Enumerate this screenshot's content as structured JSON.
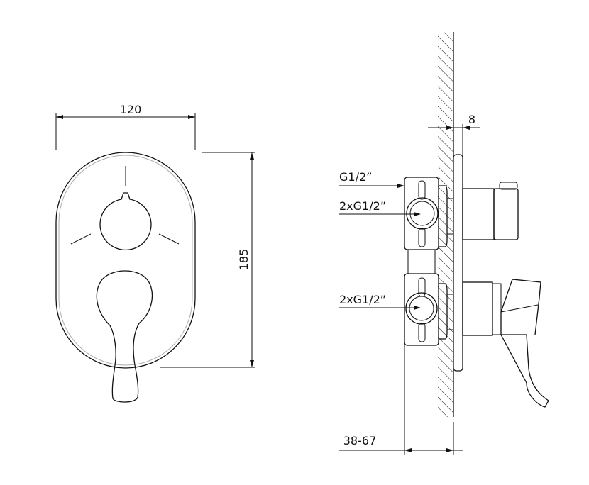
{
  "dimensions": {
    "width": "120",
    "height": "185",
    "wall_plate": "8",
    "depth": "38-67"
  },
  "connections": {
    "inlet": "G1/2”",
    "outlet_top": "2xG1/2”",
    "outlet_bottom": "2xG1/2”"
  }
}
